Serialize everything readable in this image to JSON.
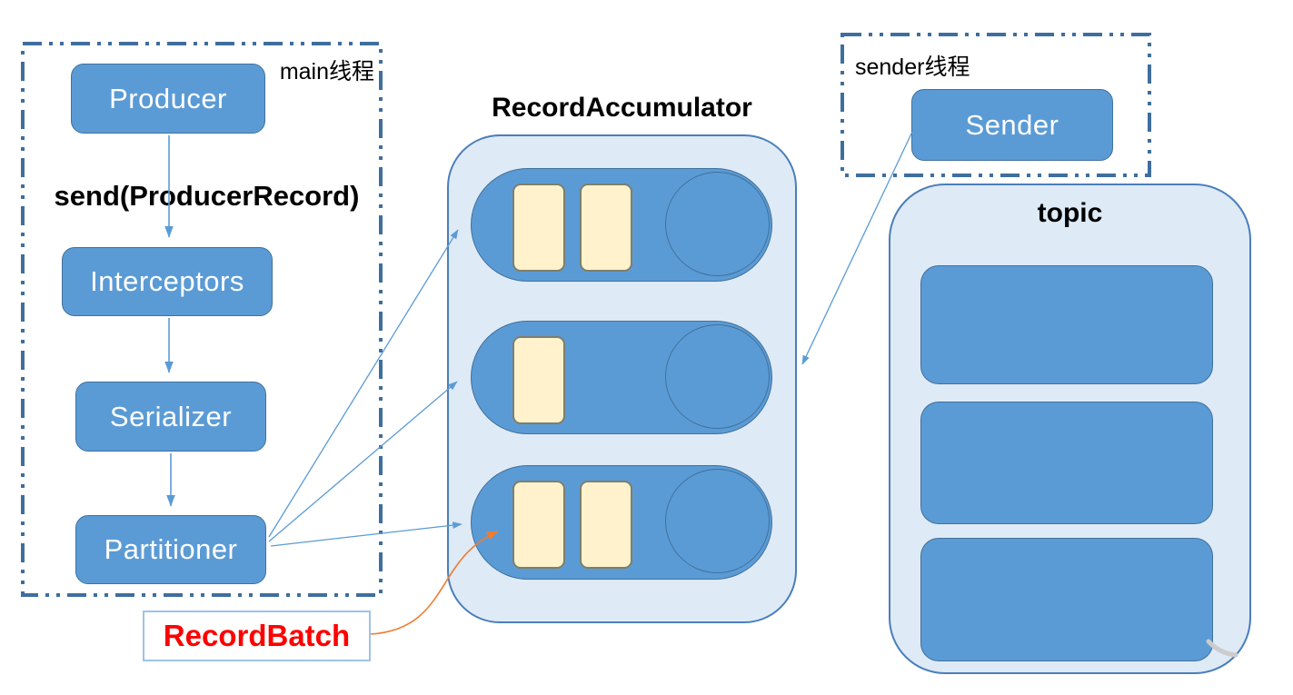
{
  "main_thread": {
    "label": "main线程",
    "producer": "Producer",
    "send_label": "send(ProducerRecord)",
    "interceptors": "Interceptors",
    "serializer": "Serializer",
    "partitioner": "Partitioner"
  },
  "accumulator": {
    "title": "RecordAccumulator",
    "queues": [
      {
        "batch_count": 2
      },
      {
        "batch_count": 1
      },
      {
        "batch_count": 2
      }
    ]
  },
  "record_batch": {
    "label": "RecordBatch"
  },
  "sender_thread": {
    "label": "sender线程",
    "sender": "Sender"
  },
  "topic": {
    "title": "topic",
    "partition_count": 3
  },
  "colors": {
    "node_fill": "#5b9bd5",
    "node_border": "#41719c",
    "container_fill": "#deeaf6",
    "container_border": "#4a7ebb",
    "batch_fill": "#fff2cc",
    "batch_border": "#7e7e6b",
    "dashed_frame": "#3f6e9e",
    "arrow_blue": "#5b9bd5",
    "arrow_orange": "#ed7d31",
    "record_batch_text": "#ff0000",
    "record_batch_border": "#9dc3e6",
    "node_text": "#ffffff",
    "label_text": "#000000"
  }
}
